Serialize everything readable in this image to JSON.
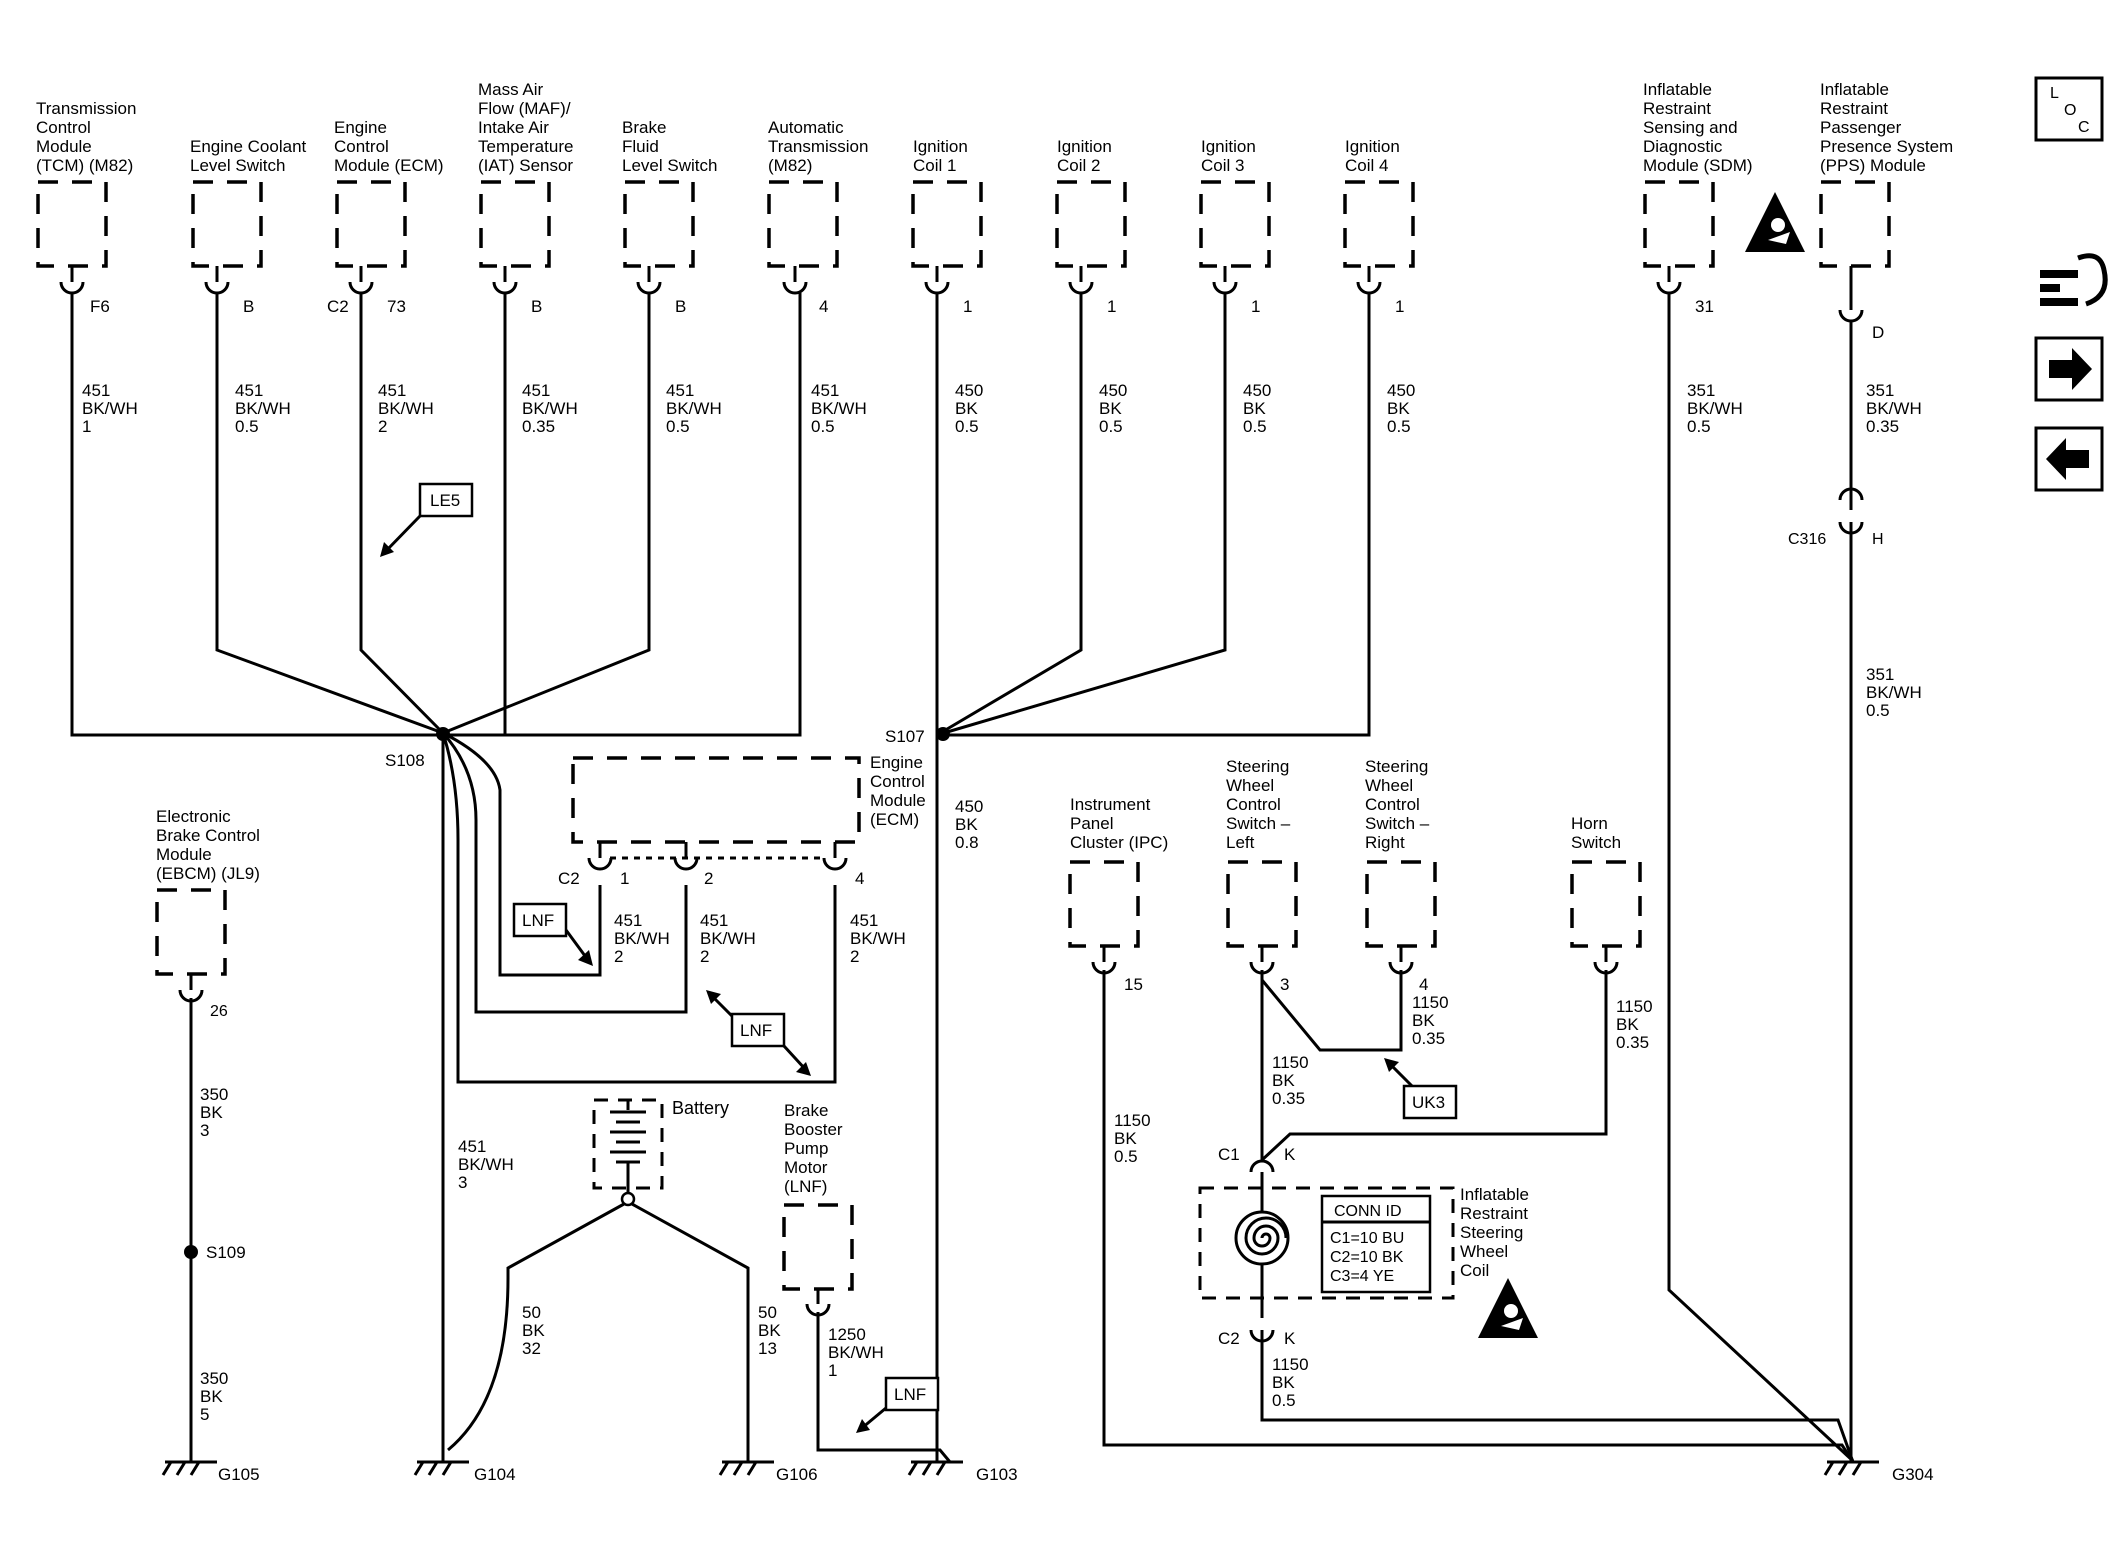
{
  "components": {
    "tcm": [
      "Transmission",
      "Control",
      "Module",
      "(TCM) (M82)"
    ],
    "ecl": [
      "Engine Coolant",
      "Level Switch"
    ],
    "ecm_top": [
      "Engine",
      "Control",
      "Module (ECM)"
    ],
    "maf": [
      "Mass Air",
      "Flow (MAF)/",
      "Intake Air",
      "Temperature",
      "(IAT) Sensor"
    ],
    "bfl": [
      "Brake",
      "Fluid",
      "Level Switch"
    ],
    "at": [
      "Automatic",
      "Transmission",
      "(M82)"
    ],
    "coil1": [
      "Ignition",
      "Coil 1"
    ],
    "coil2": [
      "Ignition",
      "Coil 2"
    ],
    "coil3": [
      "Ignition",
      "Coil 3"
    ],
    "coil4": [
      "Ignition",
      "Coil 4"
    ],
    "sdm": [
      "Inflatable",
      "Restraint",
      "Sensing and",
      "Diagnostic",
      "Module (SDM)"
    ],
    "pps": [
      "Inflatable",
      "Restraint",
      "Passenger",
      "Presence System",
      "(PPS) Module"
    ],
    "ecm_mid": [
      "Engine",
      "Control",
      "Module",
      "(ECM)"
    ],
    "ebcm": [
      "Electronic",
      "Brake Control",
      "Module",
      "(EBCM) (JL9)"
    ],
    "ipc": [
      "Instrument",
      "Panel",
      "Cluster (IPC)"
    ],
    "swl": [
      "Steering",
      "Wheel",
      "Control",
      "Switch –",
      "Left"
    ],
    "swr": [
      "Steering",
      "Wheel",
      "Control",
      "Switch –",
      "Right"
    ],
    "horn": [
      "Horn",
      "Switch"
    ],
    "battery": "Battery",
    "bbpm": [
      "Brake",
      "Booster",
      "Pump",
      "Motor",
      "(LNF)"
    ],
    "coil_sw": [
      "Inflatable",
      "Restraint",
      "Steering",
      "Wheel",
      "Coil"
    ]
  },
  "pins": {
    "tcm": "F6",
    "ecl": "B",
    "ecm_conn": "C2",
    "ecm_pin": "73",
    "maf": "B",
    "bfl": "B",
    "at": "4",
    "coil1": "1",
    "coil2": "1",
    "coil3": "1",
    "coil4": "1",
    "sdm": "31",
    "pps": "D",
    "c316": "C316",
    "c316_pin": "H",
    "ecm_mid_conn": "C2",
    "ecm_mid_1": "1",
    "ecm_mid_2": "2",
    "ecm_mid_4": "4",
    "ebcm": "26",
    "ipc": "15",
    "swl": "3",
    "swr": "4",
    "c1": "C1",
    "c1_pin": "K",
    "c2": "C2",
    "c2_pin": "K"
  },
  "wires": {
    "tcm": [
      "451",
      "BK/WH",
      "1"
    ],
    "ecl": [
      "451",
      "BK/WH",
      "0.5"
    ],
    "ecm_top": [
      "451",
      "BK/WH",
      "2"
    ],
    "maf": [
      "451",
      "BK/WH",
      "0.35"
    ],
    "bfl": [
      "451",
      "BK/WH",
      "0.5"
    ],
    "at": [
      "451",
      "BK/WH",
      "0.5"
    ],
    "coil1": [
      "450",
      "BK",
      "0.5"
    ],
    "coil2": [
      "450",
      "BK",
      "0.5"
    ],
    "coil3": [
      "450",
      "BK",
      "0.5"
    ],
    "coil4": [
      "450",
      "BK",
      "0.5"
    ],
    "sdm": [
      "351",
      "BK/WH",
      "0.5"
    ],
    "pps": [
      "351",
      "BK/WH",
      "0.35"
    ],
    "pps_low": [
      "351",
      "BK/WH",
      "0.5"
    ],
    "s107_g103": [
      "450",
      "BK",
      "0.8"
    ],
    "ecm1": [
      "451",
      "BK/WH",
      "2"
    ],
    "ecm2": [
      "451",
      "BK/WH",
      "2"
    ],
    "ecm4": [
      "451",
      "BK/WH",
      "2"
    ],
    "s108_g104": [
      "451",
      "BK/WH",
      "3"
    ],
    "ebcm": [
      "350",
      "BK",
      "3"
    ],
    "ebcm_low": [
      "350",
      "BK",
      "5"
    ],
    "bat_g104": [
      "50",
      "BK",
      "32"
    ],
    "bat_g106": [
      "50",
      "BK",
      "13"
    ],
    "bbpm": [
      "1250",
      "BK/WH",
      "1"
    ],
    "ipc": [
      "1150",
      "BK",
      "0.5"
    ],
    "swl": [
      "1150",
      "BK",
      "0.35"
    ],
    "swr": [
      "1150",
      "BK",
      "0.35"
    ],
    "horn": [
      "1150",
      "BK",
      "0.35"
    ],
    "coil_low": [
      "1150",
      "BK",
      "0.5"
    ]
  },
  "splices": {
    "s108": "S108",
    "s107": "S107",
    "s109": "S109"
  },
  "grounds": {
    "g105": "G105",
    "g104": "G104",
    "g106": "G106",
    "g103": "G103",
    "g304": "G304"
  },
  "tags": {
    "le5": "LE5",
    "lnf1": "LNF",
    "lnf2": "LNF",
    "lnf3": "LNF",
    "uk3": "UK3"
  },
  "conn_id": {
    "title": "CONN ID",
    "lines": [
      "C1=10 BU",
      "C2=10 BK",
      "C3=4 YE"
    ]
  },
  "loc": {
    "l": "L",
    "o": "O",
    "c": "C"
  }
}
